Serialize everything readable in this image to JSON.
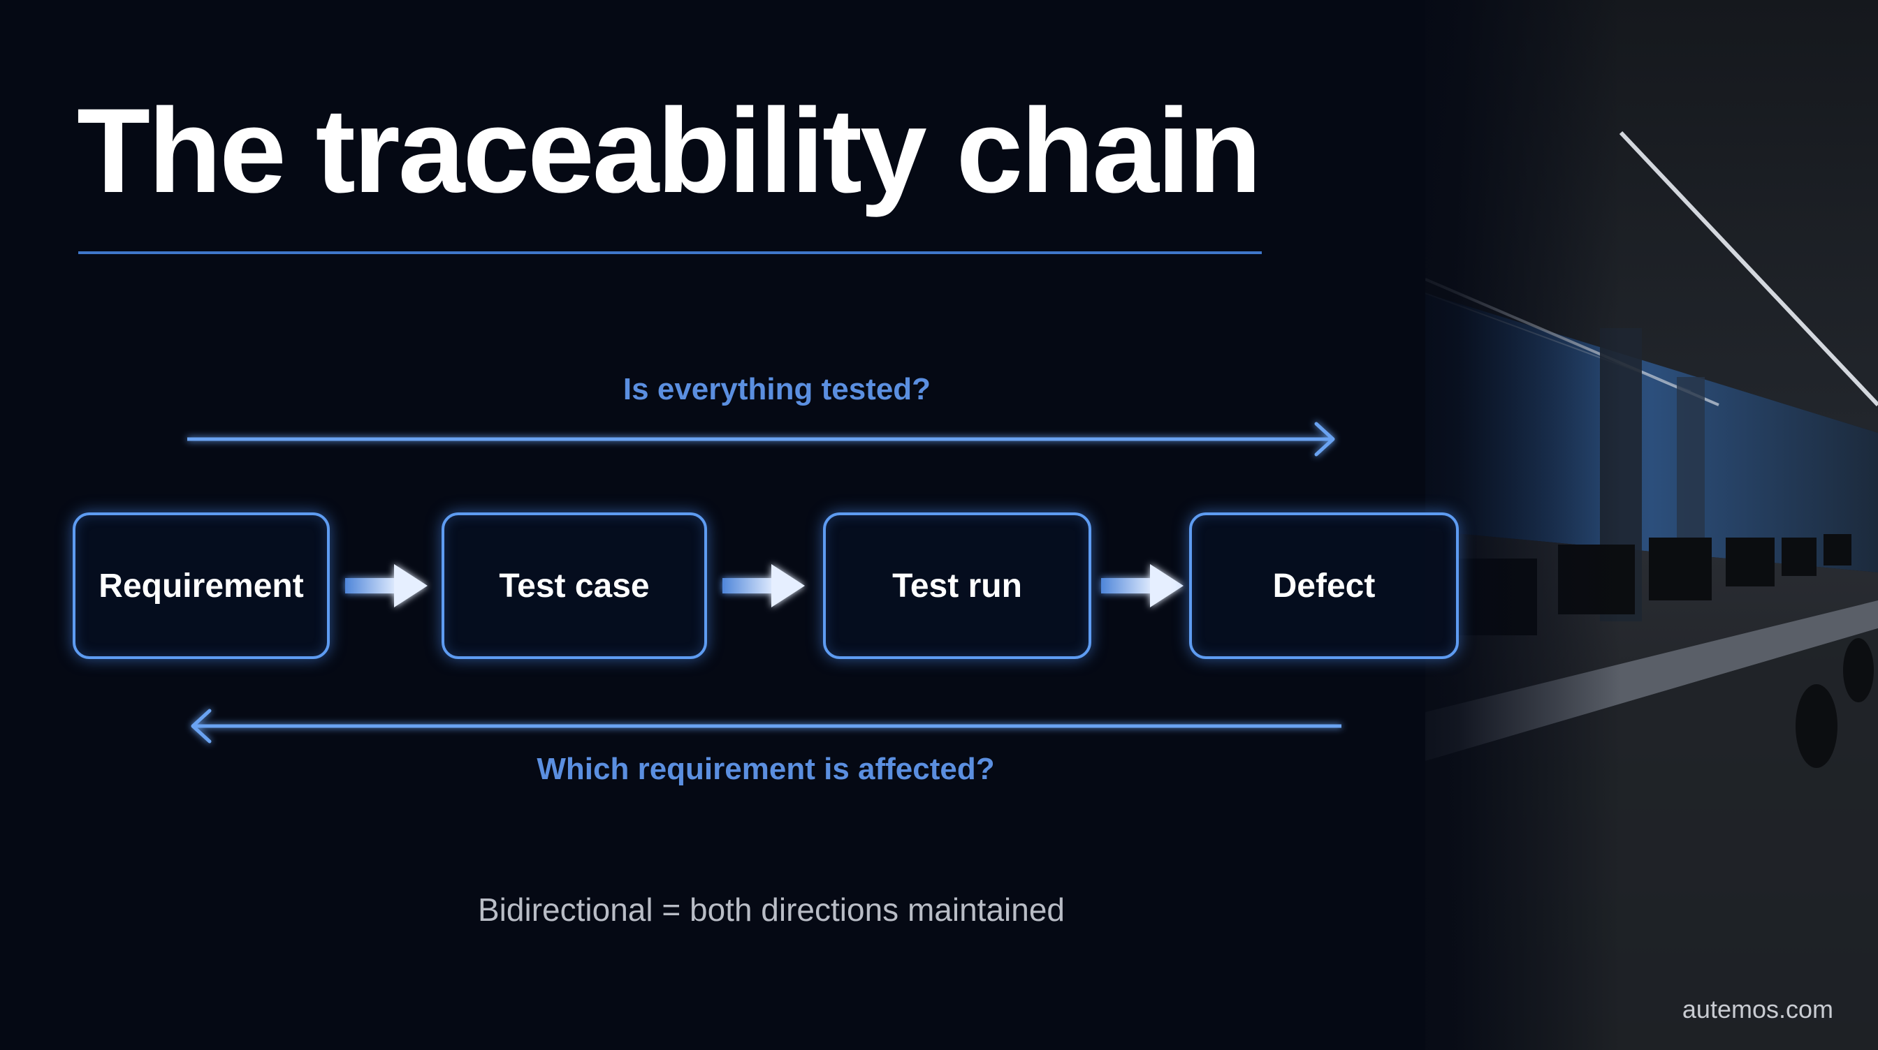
{
  "slide": {
    "title": "The traceability chain",
    "forward_question": "Is everything tested?",
    "backward_question": "Which requirement is affected?",
    "footnote": "Bidirectional = both directions maintained",
    "watermark": "autemos.com"
  },
  "chain": {
    "nodes": [
      {
        "label": "Requirement"
      },
      {
        "label": "Test case"
      },
      {
        "label": "Test run"
      },
      {
        "label": "Defect"
      }
    ],
    "forward_arrow_direction": "left-to-right",
    "backward_arrow_direction": "right-to-left"
  },
  "colors": {
    "background": "#050914",
    "accent": "#5e9cf2",
    "question_text": "#5b8fe0",
    "title_text": "#ffffff",
    "footnote_text": "#b9bdc6"
  },
  "icons": [
    "right-arrow-icon",
    "right-arrow-icon",
    "right-arrow-icon"
  ]
}
